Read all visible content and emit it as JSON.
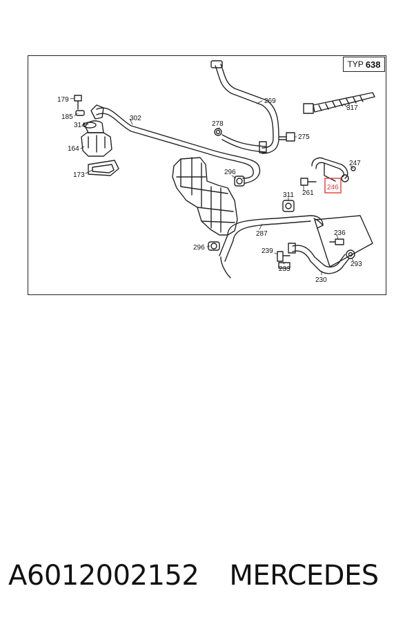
{
  "diagram": {
    "type_label": "TYP",
    "type_value": "638",
    "part_numbers": {
      "p179": "179",
      "p185": "185",
      "p314": "314",
      "p164": "164",
      "p173": "173",
      "p302": "302",
      "p269": "269",
      "p278": "278",
      "p275": "275",
      "p317": "317",
      "p296a": "296",
      "p296b": "296",
      "p247": "247",
      "p261": "261",
      "p246": "246",
      "p311": "311",
      "p287": "287",
      "p236": "236",
      "p239": "239",
      "p233": "233",
      "p293": "293",
      "p230": "230"
    },
    "highlight_color": "#e53935"
  },
  "caption": {
    "part_number": "A6012002152",
    "brand": "MERCEDES"
  }
}
